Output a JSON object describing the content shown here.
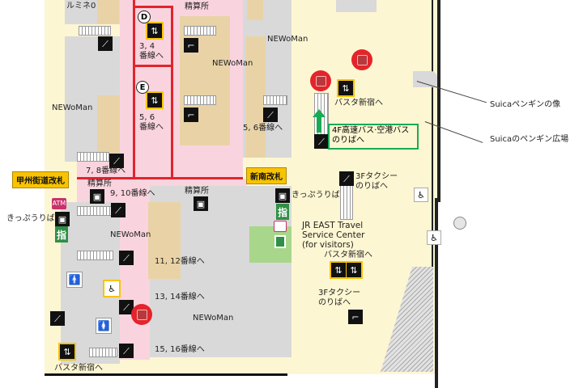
{
  "colors": {
    "concourse": "#fdf6d2",
    "paid_area": "#f9d4df",
    "shops": "#d9d9d9",
    "shop_tan": "#e9d3a6",
    "travel_center": "#a8d68a",
    "route_line": "#e3242b",
    "gate_label": "#f8c300",
    "highlight_box": "#1aaa55"
  },
  "shops": {
    "lumine": "ルミネ0",
    "newoman": "NEWoMan"
  },
  "gates": {
    "koshu": "甲州街道改札",
    "shinminami": "新南改札"
  },
  "elevators": {
    "d": "D",
    "e": "E"
  },
  "labels": {
    "seisanjo": "精算所",
    "track34": "3, 4\n番線へ",
    "track34_a": "3, 4",
    "track34_b": "番線へ",
    "track56_a": "5, 6",
    "track56_b": "番線へ",
    "track56": "5, 6番線へ",
    "track78": "7, 8番線へ",
    "track910": "9, 10番線へ",
    "track1112": "11, 12番線へ",
    "track1314": "13, 14番線へ",
    "track1516": "15, 16番線へ",
    "ticket": "きっぷうりば",
    "busta": "バスタ新宿へ",
    "bus4f_a": "4F高速バス·空港バス",
    "bus4f_b": "のりばへ",
    "taxi_a": "3Fタクシー",
    "taxi_b": "のりばへ",
    "travel_a": "JR EAST Travel",
    "travel_b": "Service Center",
    "travel_c": "(for visitors)",
    "suica_statue": "Suicaペンギンの像",
    "suica_plaza": "Suicaのペンギン広場",
    "atm": "ATM",
    "reserved": "指"
  },
  "icons": [
    "escalator-icon",
    "elevator-icon",
    "stairs-icon",
    "ticket-machine-icon",
    "wheelchair-icon",
    "toilet-male-icon",
    "toilet-female-icon",
    "bus-stop-icon",
    "green-arrow-up-icon",
    "travel-center-icon"
  ]
}
